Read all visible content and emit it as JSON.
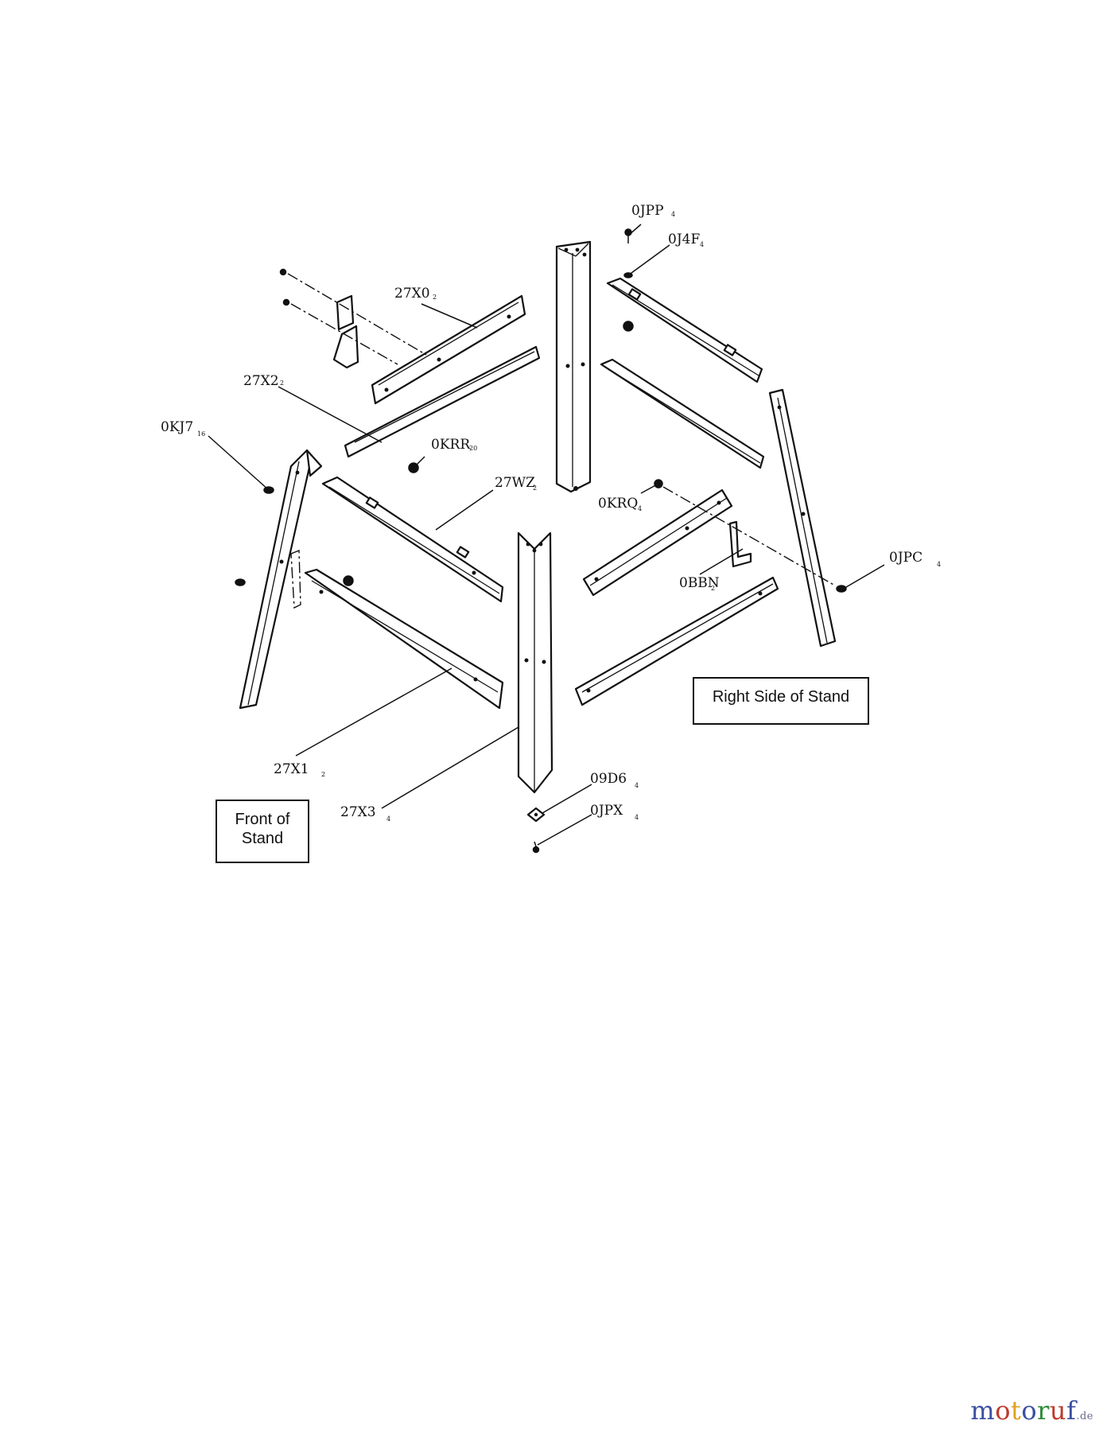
{
  "labels": {
    "jpp": {
      "code": "0JPP",
      "qty": "4"
    },
    "j4f": {
      "code": "0J4F",
      "qty": "4"
    },
    "x0": {
      "code": "27X0",
      "qty": "2"
    },
    "x2": {
      "code": "27X2",
      "qty": "2"
    },
    "kj7": {
      "code": "0KJ7",
      "qty": "16"
    },
    "krr": {
      "code": "0KRR",
      "qty": "20"
    },
    "wz": {
      "code": "27WZ",
      "qty": "2"
    },
    "krq": {
      "code": "0KRQ",
      "qty": "4"
    },
    "bbn": {
      "code": "0BBN",
      "qty": "2"
    },
    "jpc": {
      "code": "0JPC",
      "qty": "4"
    },
    "x1": {
      "code": "27X1",
      "qty": "2"
    },
    "x3": {
      "code": "27X3",
      "qty": "4"
    },
    "d6": {
      "code": "09D6",
      "qty": "4"
    },
    "jpx": {
      "code": "0JPX",
      "qty": "4"
    }
  },
  "boxes": {
    "right_side": "Right Side of Stand",
    "front_line1": "Front of",
    "front_line2": "Stand"
  },
  "watermark": {
    "letters": [
      "m",
      "o",
      "t",
      "o",
      "r",
      "u",
      "f"
    ],
    "colors": [
      "#3a4fa0",
      "#c0392b",
      "#e0a020",
      "#3a4fa0",
      "#2e8b3a",
      "#c0392b",
      "#3a4fa0"
    ],
    "tld": ".de"
  }
}
